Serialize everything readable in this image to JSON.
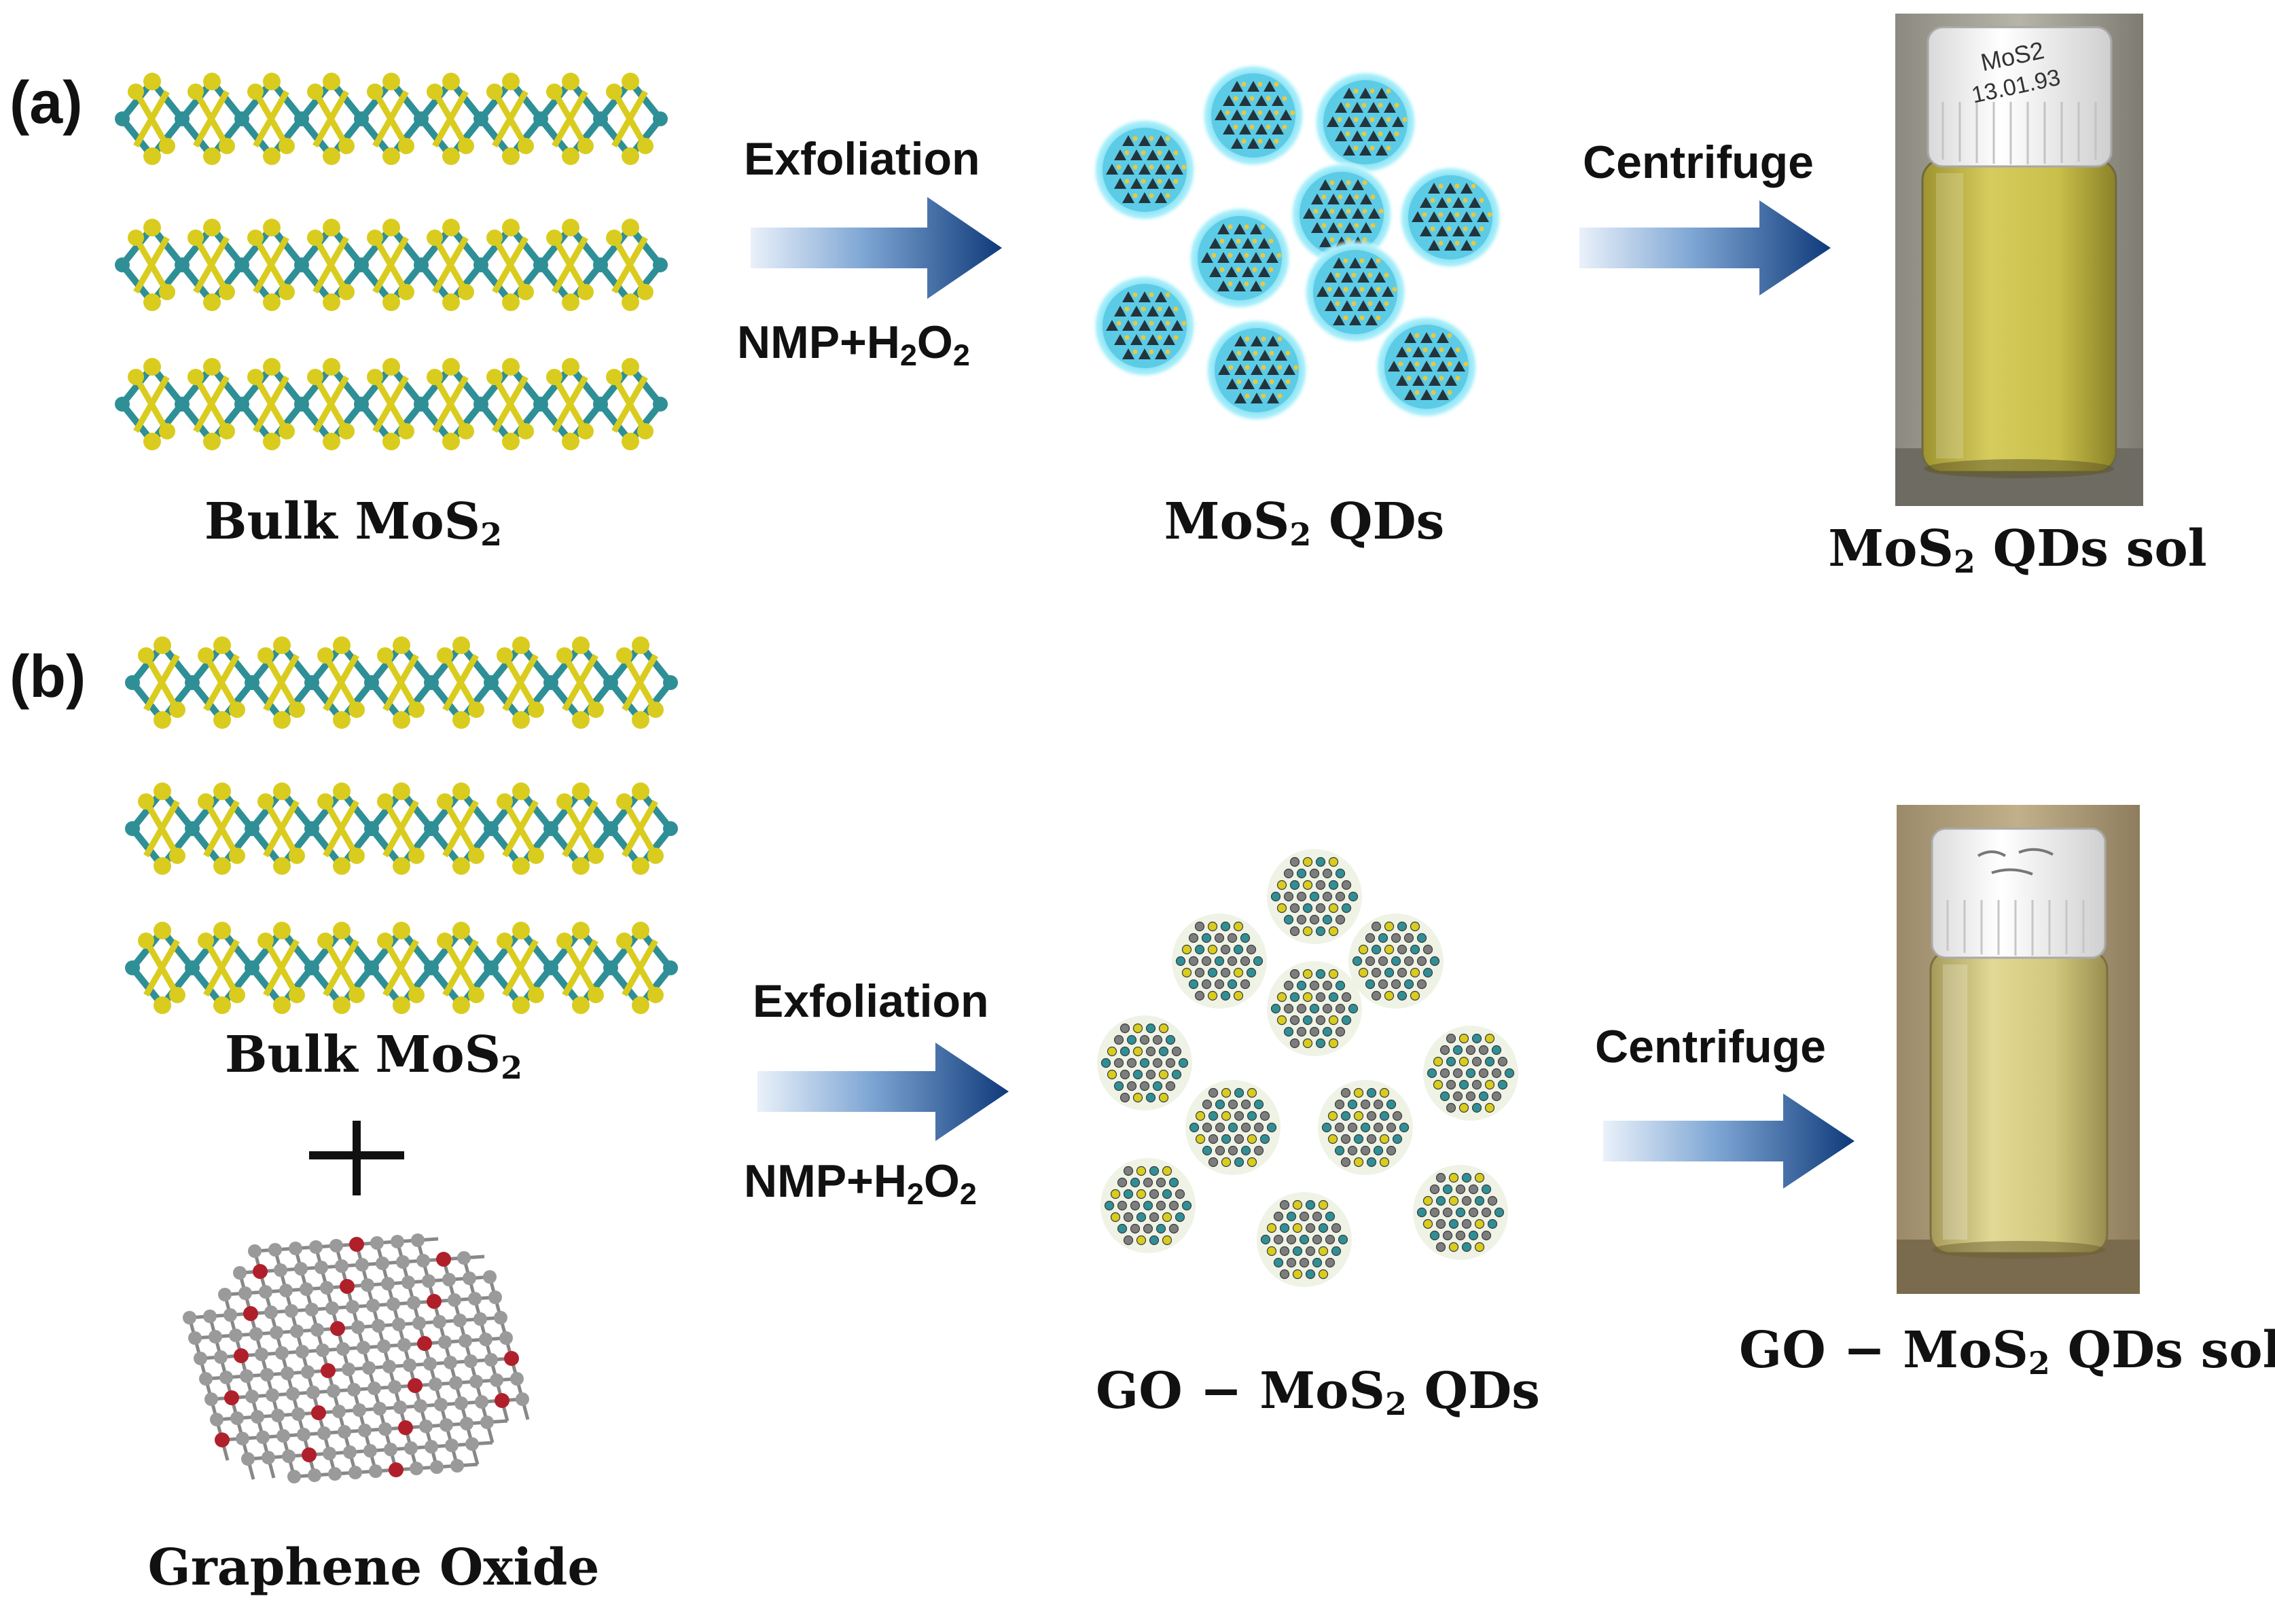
{
  "panel_a": {
    "label": "(a)",
    "start": {
      "name": "Bulk MoS",
      "sub": "2",
      "suffix": ""
    },
    "step1": {
      "label": "Exfoliation",
      "reagent_a": "NMP+H",
      "reagent_sub1": "2",
      "reagent_b": "O",
      "reagent_sub2": "2"
    },
    "middle": {
      "name": "MoS",
      "sub": "2",
      "suffix": " QDs"
    },
    "step2": {
      "label": "Centrifuge"
    },
    "end": {
      "name": "MoS",
      "sub": "2",
      "suffix": " QDs sol",
      "vial_label_line1": "MoS2",
      "vial_label_line2": "13.01.93"
    }
  },
  "panel_b": {
    "label": "(b)",
    "start": {
      "name": "Bulk MoS",
      "sub": "2",
      "suffix": ""
    },
    "plus": "+",
    "second": {
      "name": "Graphene Oxide"
    },
    "step1": {
      "label": "Exfoliation",
      "reagent_a": "NMP+H",
      "reagent_sub1": "2",
      "reagent_b": "O",
      "reagent_sub2": "2"
    },
    "middle": {
      "name": "GO − MoS",
      "sub": "2",
      "suffix": " QDs"
    },
    "step2": {
      "label": "Centrifuge"
    },
    "end": {
      "name": "GO − MoS",
      "sub": "2",
      "suffix": " QDs sol"
    }
  },
  "colors": {
    "sulfur": "#d9cc1e",
    "molybdenum": "#2f8f96",
    "qd_glow": "#7fe3f7",
    "arrow_dark": "#0f3a7a",
    "arrow_light": "#eaf1fa",
    "carbon": "#9a9a9a",
    "oxygen": "#b0202a",
    "liquid": "#c9c04a"
  }
}
